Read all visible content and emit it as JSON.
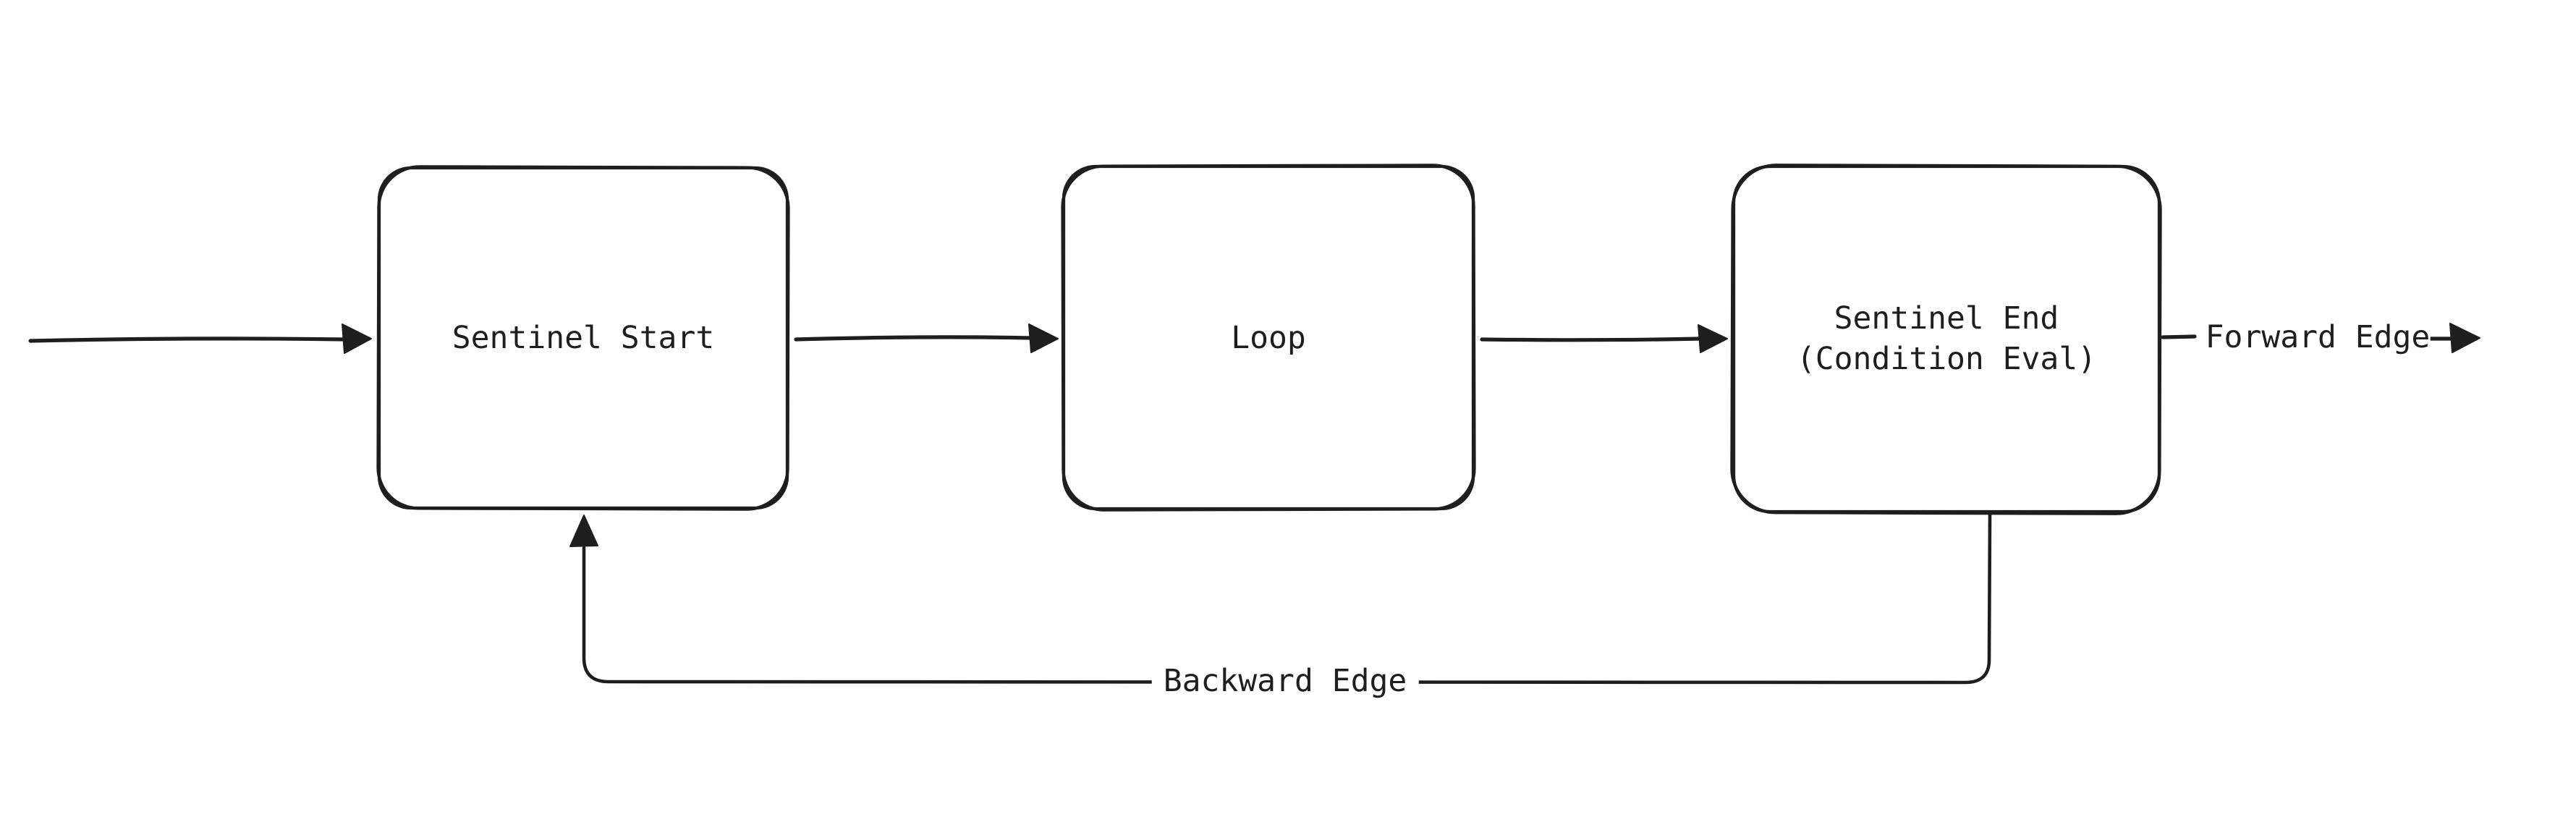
{
  "diagram": {
    "background_color": "#ffffff",
    "stroke_color": "#1e1e1e",
    "nodes": [
      {
        "id": "sentinel-start",
        "label": "Sentinel Start"
      },
      {
        "id": "loop",
        "label": "Loop"
      },
      {
        "id": "sentinel-end",
        "label_line1": "Sentinel End",
        "label_line2": "(Condition Eval)"
      }
    ],
    "edges": {
      "forward": {
        "label": "Forward Edge"
      },
      "backward": {
        "label": "Backward Edge"
      }
    }
  }
}
